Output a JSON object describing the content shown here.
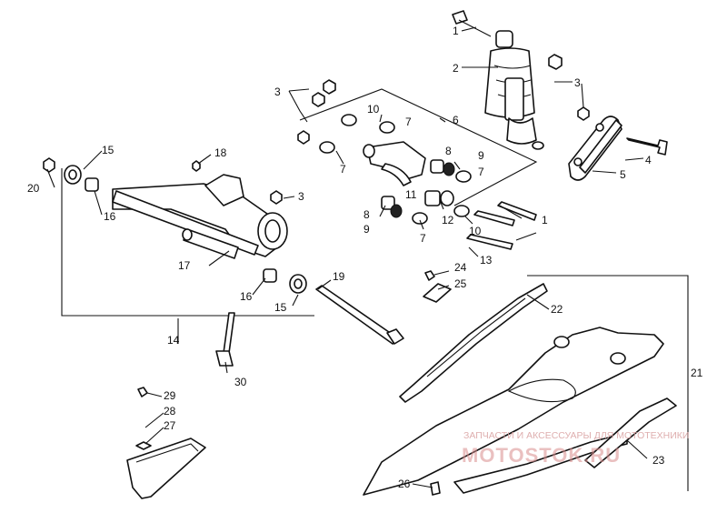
{
  "callouts": {
    "c1a": "1",
    "c1b": "1",
    "c2": "2",
    "c3a": "3",
    "c3b": "3",
    "c3c": "3",
    "c4": "4",
    "c5": "5",
    "c6": "6",
    "c7a": "7",
    "c7b": "7",
    "c7c": "7",
    "c7d": "7",
    "c8a": "8",
    "c8b": "8",
    "c9a": "9",
    "c9b": "9",
    "c10a": "10",
    "c10b": "10",
    "c11": "11",
    "c12": "12",
    "c13": "13",
    "c14": "14",
    "c15a": "15",
    "c15b": "15",
    "c16a": "16",
    "c16b": "16",
    "c17": "17",
    "c18": "18",
    "c19": "19",
    "c20": "20",
    "c21": "21",
    "c22": "22",
    "c23": "23",
    "c24": "24",
    "c25": "25",
    "c26": "26",
    "c27": "27",
    "c28": "28",
    "c29": "29",
    "c30": "30"
  },
  "watermark": {
    "text": "ЗАПЧАСТИ И АКСЕССУАРЫ ДЛЯ МОТОТЕХНИКИ",
    "logo": "MOTOSTOK.RU"
  }
}
